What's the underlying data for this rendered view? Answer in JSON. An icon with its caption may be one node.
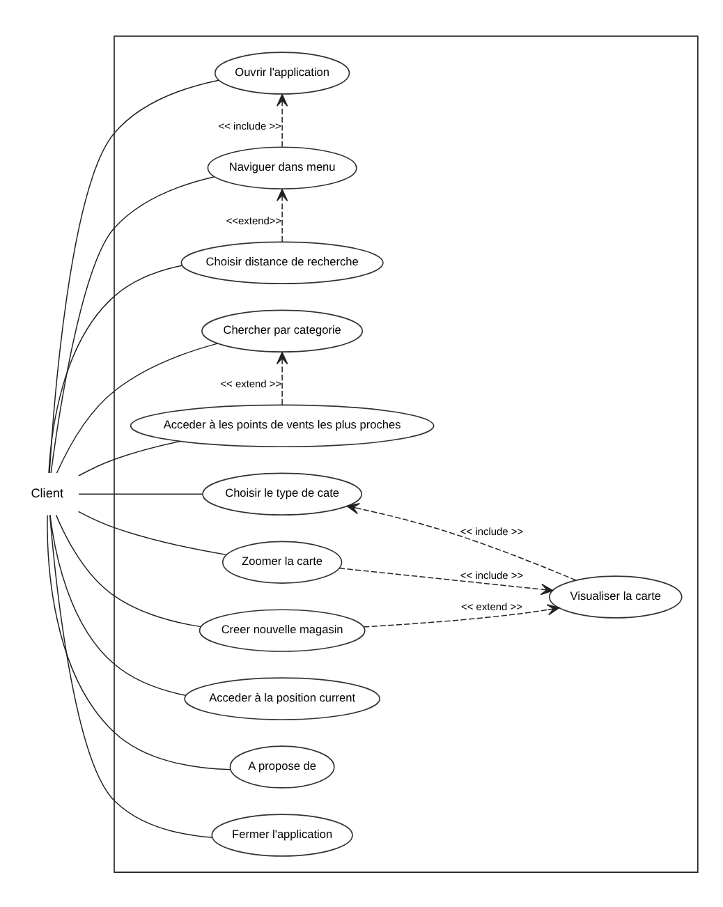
{
  "diagram": {
    "nodes": [
      {
        "text": [
          "Client"
        ]
      },
      {
        "text": [],
        "shape": "box"
      },
      {
        "text": [
          "Ouvrir l'application"
        ],
        "in": 1
      },
      {
        "text": [
          "Naviguer dans menu"
        ],
        "in": 1
      },
      {
        "text": [
          "Choisir distance de recherche"
        ],
        "in": 1
      },
      {
        "text": [
          "Chercher par categorie"
        ],
        "in": 1
      },
      {
        "text": [
          "Acceder à les points de vents les plus proches"
        ],
        "in": 1
      },
      {
        "text": [
          "Choisir le type de cate"
        ],
        "in": 1
      },
      {
        "text": [
          "Visualiser la carte"
        ],
        "in": 1
      },
      {
        "text": [
          "Zoomer la carte"
        ],
        "in": 1
      },
      {
        "text": [
          "Creer nouvelle magasin"
        ],
        "in": 1
      },
      {
        "text": [
          "Acceder à la position current"
        ],
        "in": 1
      },
      {
        "text": [
          "A propose de"
        ],
        "in": 1
      },
      {
        "text": [
          "Fermer l'application"
        ],
        "in": 1
      }
    ],
    "edges": [
      {
        "from": 0,
        "to": 2,
        "arrow": "none"
      },
      {
        "from": 0,
        "to": 3,
        "arrow": "none"
      },
      {
        "from": 0,
        "to": 4,
        "arrow": "none"
      },
      {
        "from": 0,
        "to": 5,
        "arrow": "none"
      },
      {
        "from": 0,
        "to": 6,
        "arrow": "none"
      },
      {
        "from": 0,
        "to": 7,
        "arrow": "none"
      },
      {
        "from": 0,
        "to": 9,
        "arrow": "none"
      },
      {
        "from": 0,
        "to": 10,
        "arrow": "none"
      },
      {
        "from": 0,
        "to": 11,
        "arrow": "none"
      },
      {
        "from": 0,
        "to": 12,
        "arrow": "none"
      },
      {
        "from": 0,
        "to": 13,
        "arrow": "none"
      },
      {
        "from": 3,
        "to": 2,
        "arrow": "to",
        "style": "dashed",
        "label": "<< include >>"
      },
      {
        "from": 4,
        "to": 3,
        "arrow": "to",
        "style": "dashed",
        "label": "<<extend>>"
      },
      {
        "from": 6,
        "to": 5,
        "arrow": "to",
        "style": "dashed",
        "label": "<< extend >>"
      },
      {
        "from": 8,
        "to": 7,
        "arrow": "to",
        "style": "dashed",
        "label": "<< include >>"
      },
      {
        "from": 9,
        "to": 8,
        "arrow": "to",
        "style": "dashed",
        "label": "<< include >>"
      },
      {
        "from": 10,
        "to": 8,
        "arrow": "to",
        "style": "dashed",
        "label": "<< extend >>"
      }
    ]
  }
}
